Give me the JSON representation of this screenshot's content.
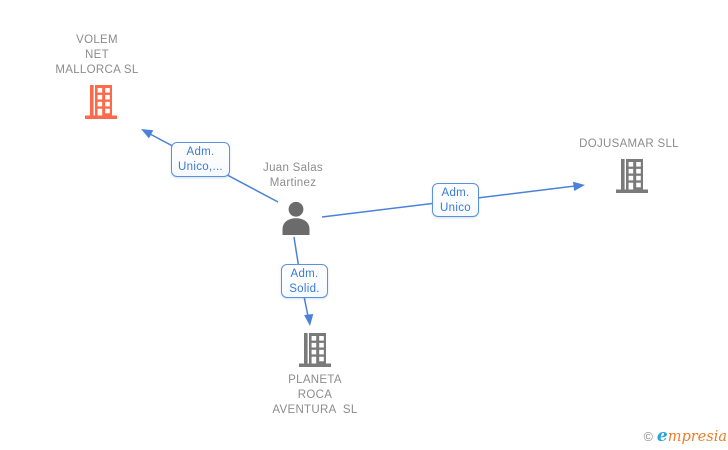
{
  "diagram": {
    "nodes": {
      "volem": {
        "name": "VOLEM\nNET\nMALLORCA SL",
        "entity_type": "company",
        "highlighted": true
      },
      "dojusamar": {
        "name": "DOJUSAMAR SLL",
        "entity_type": "company",
        "highlighted": false
      },
      "planeta": {
        "name": "PLANETA\nROCA\nAVENTURA  SL",
        "entity_type": "company",
        "highlighted": false
      },
      "juan": {
        "name": "Juan Salas\nMartinez",
        "entity_type": "person"
      }
    },
    "edges": [
      {
        "from": "Juan Salas Martinez",
        "to": "VOLEM NET MALLORCA SL",
        "label": "Adm.\nUnico,..."
      },
      {
        "from": "Juan Salas Martinez",
        "to": "DOJUSAMAR SLL",
        "label": "Adm.\nUnico"
      },
      {
        "from": "Juan Salas Martinez",
        "to": "PLANETA ROCA AVENTURA SL",
        "label": "Adm.\nSolid."
      }
    ]
  },
  "watermark": {
    "copyright_symbol": "©",
    "brand_initial": "e",
    "brand_rest": "mpresia"
  },
  "colors": {
    "company_highlight_orange": "#fb6a4a",
    "company_gray": "#7a7a7a",
    "person_gray": "#6b6b6b",
    "edge_blue": "#4a82d9",
    "edge_label_text_blue": "#3a7bd5",
    "node_text_gray": "#8c8c8c"
  }
}
